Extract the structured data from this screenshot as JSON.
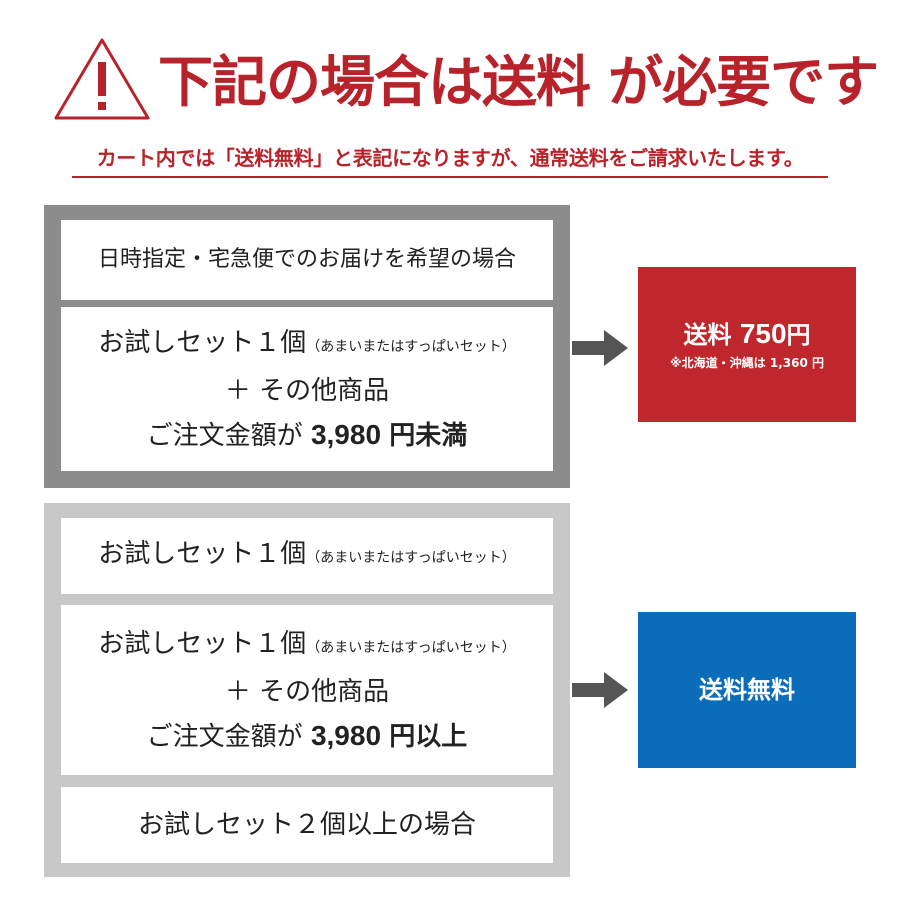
{
  "header": {
    "title": "下記の場合は送料 が必要です",
    "subtitle": "カート内では「送料無料」と表記になりますが、通常送料をご請求いたします。",
    "warning_icon": "warning-triangle-icon",
    "accent_color": "#b8232b"
  },
  "group_paid": {
    "condition_1": "日時指定・宅急便でのお届けを希望の場合",
    "condition_2": {
      "line1_main": "お試しセット１個",
      "line1_note": "（あまいまたはすっぱいセット）",
      "line2": "＋ その他商品",
      "line3_prefix": "ご注文金額が",
      "line3_amount": "3,980",
      "line3_suffix": "円未満"
    },
    "result": {
      "label": "送料",
      "amount": "750",
      "unit": "円",
      "note": "※北海道・沖縄は 1,360 円",
      "color": "#c0272d"
    }
  },
  "group_free": {
    "condition_1": {
      "main": "お試しセット１個",
      "note": "（あまいまたはすっぱいセット）"
    },
    "condition_2": {
      "line1_main": "お試しセット１個",
      "line1_note": "（あまいまたはすっぱいセット）",
      "line2": "＋ その他商品",
      "line3_prefix": "ご注文金額が",
      "line3_amount": "3,980",
      "line3_suffix": "円以上"
    },
    "condition_3": "お試しセット２個以上の場合",
    "result": {
      "label": "送料無料",
      "color": "#0b6cba"
    }
  },
  "arrow_icon": "arrow-right-icon"
}
